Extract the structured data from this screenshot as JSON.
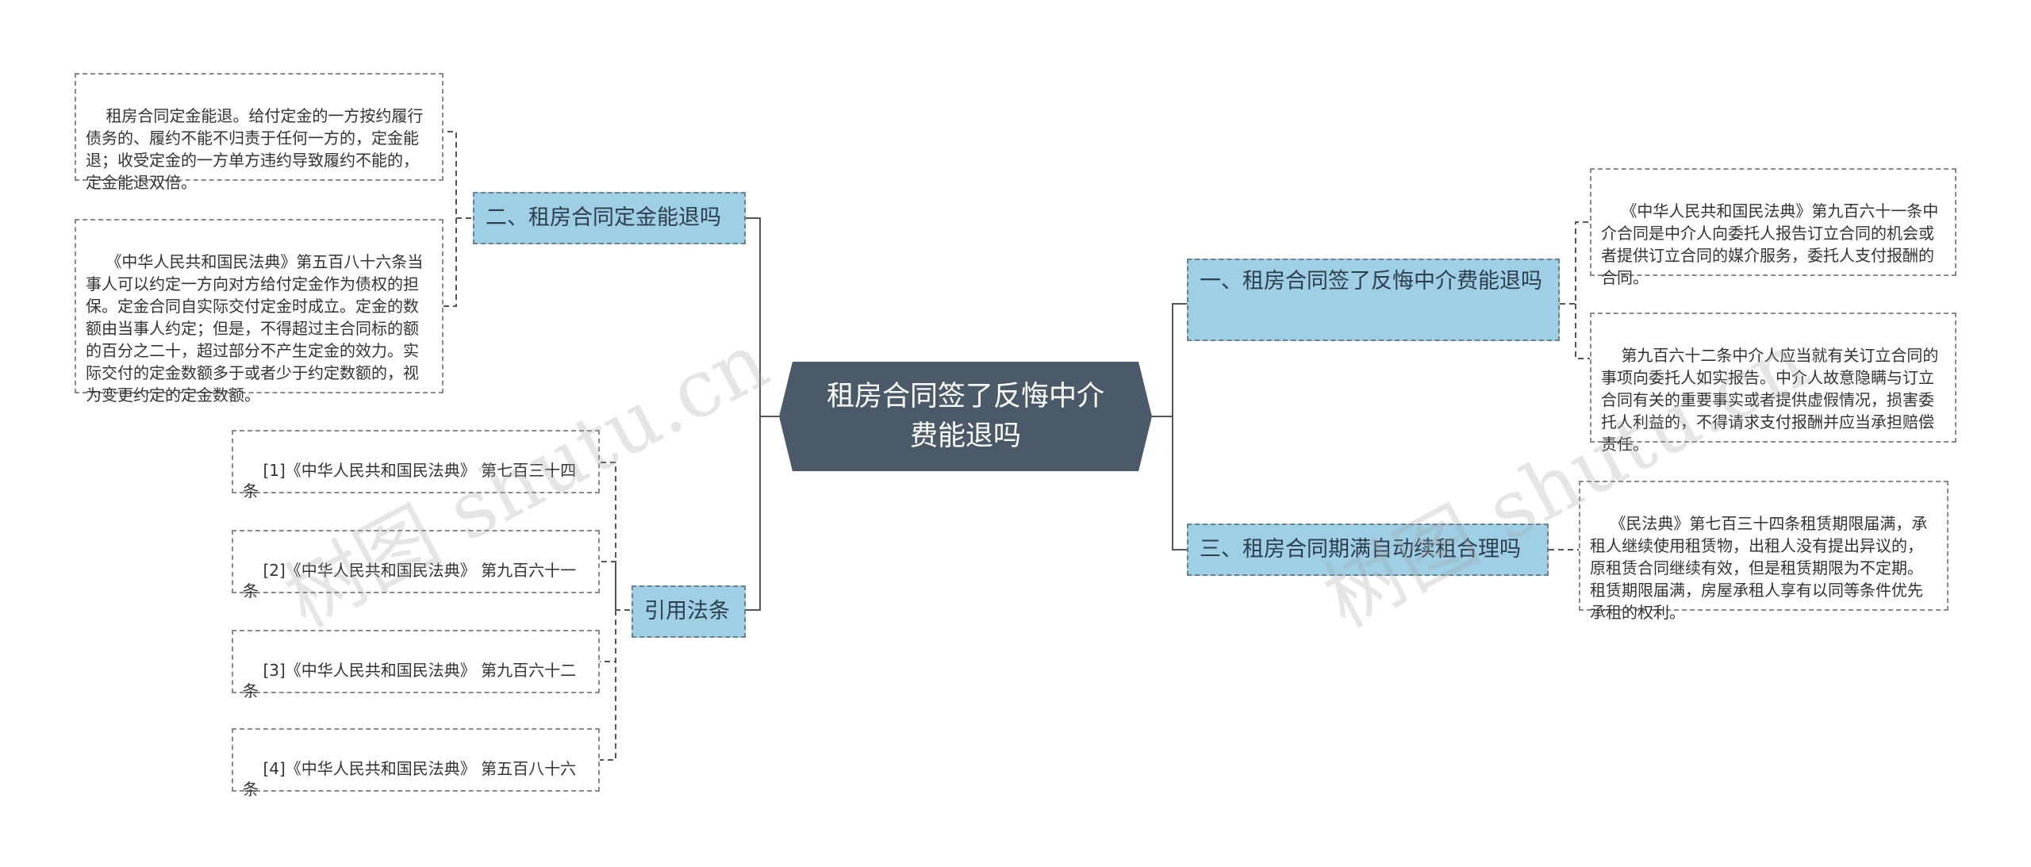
{
  "root": {
    "title": "租房合同签了反悔中介费能退吗"
  },
  "branches": {
    "b1": {
      "label": "一、租房合同签了反悔中介费能退吗"
    },
    "b2": {
      "label": "二、租房合同定金能退吗"
    },
    "b3": {
      "label": "三、租房合同期满自动续租合理吗"
    },
    "b4": {
      "label": "引用法条"
    }
  },
  "leaves": {
    "b1_1": "《中华人民共和国民法典》第九百六十一条中介合同是中介人向委托人报告订立合同的机会或者提供订立合同的媒介服务，委托人支付报酬的合同。",
    "b1_2": "第九百六十二条中介人应当就有关订立合同的事项向委托人如实报告。中介人故意隐瞒与订立合同有关的重要事实或者提供虚假情况，损害委托人利益的，不得请求支付报酬并应当承担赔偿责任。",
    "b2_1": "租房合同定金能退。给付定金的一方按约履行债务的、履约不能不归责于任何一方的，定金能退；收受定金的一方单方违约导致履约不能的，定金能退双倍。",
    "b2_2": "《中华人民共和国民法典》第五百八十六条当事人可以约定一方向对方给付定金作为债权的担保。定金合同自实际交付定金时成立。定金的数额由当事人约定；但是，不得超过主合同标的额的百分之二十，超过部分不产生定金的效力。实际交付的定金数额多于或者少于约定数额的，视为变更约定的定金数额。",
    "b3_1": "《民法典》第七百三十四条租赁期限届满，承租人继续使用租赁物，出租人没有提出异议的，原租赁合同继续有效，但是租赁期限为不定期。租赁期限届满，房屋承租人享有以同等条件优先承租的权利。",
    "b4_1": "[1]《中华人民共和国民法典》 第七百三十四条",
    "b4_2": "[2]《中华人民共和国民法典》 第九百六十一条",
    "b4_3": "[3]《中华人民共和国民法典》 第九百六十二条",
    "b4_4": "[4]《中华人民共和国民法典》 第五百八十六条"
  },
  "watermarks": [
    "树图 shutu.cn",
    "树图 shutu.cn"
  ],
  "colors": {
    "root_bg": "#4a5a68",
    "branch_bg": "#9ecfe4",
    "connector": "#555555",
    "leaf_border": "#8a8a8a"
  }
}
